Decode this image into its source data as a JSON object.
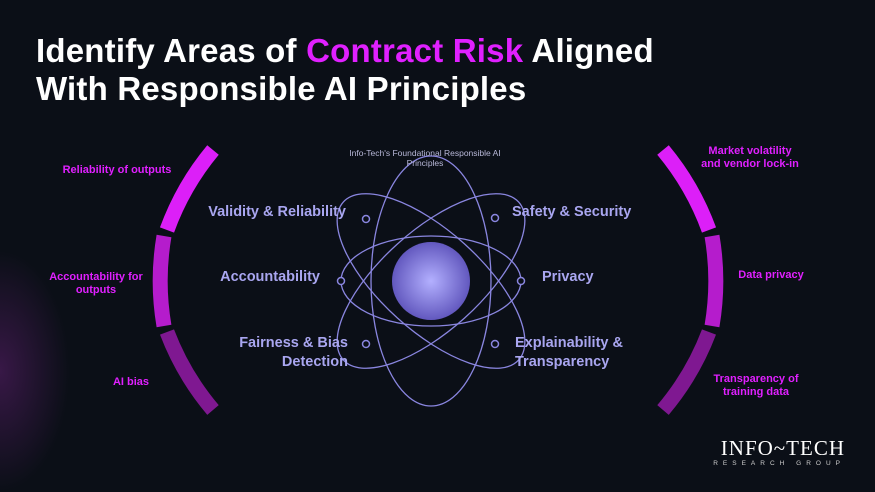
{
  "title": {
    "part1": "Identify Areas of ",
    "highlight": "Contract Risk",
    "part2": " Aligned",
    "line2": "With Responsible AI Principles"
  },
  "subtitle": "Info-Tech's Foundational Responsible AI Principles",
  "principles": [
    "Validity & Reliability",
    "Safety & Security",
    "Accountability",
    "Privacy",
    "Fairness & Bias Detection",
    "Explainability & Transparency"
  ],
  "left_risks": [
    "Reliability of outputs",
    "Accountability for outputs",
    "AI bias"
  ],
  "right_risks": [
    "Market volatility and vendor lock-in",
    "Data privacy",
    "Transparency of training data"
  ],
  "logo": {
    "name": "INFO~TECH",
    "tagline": "RESEARCH GROUP"
  },
  "colors": {
    "accent": "#e020ff",
    "principle": "#a9a6f0",
    "background": "#0b0f17"
  }
}
